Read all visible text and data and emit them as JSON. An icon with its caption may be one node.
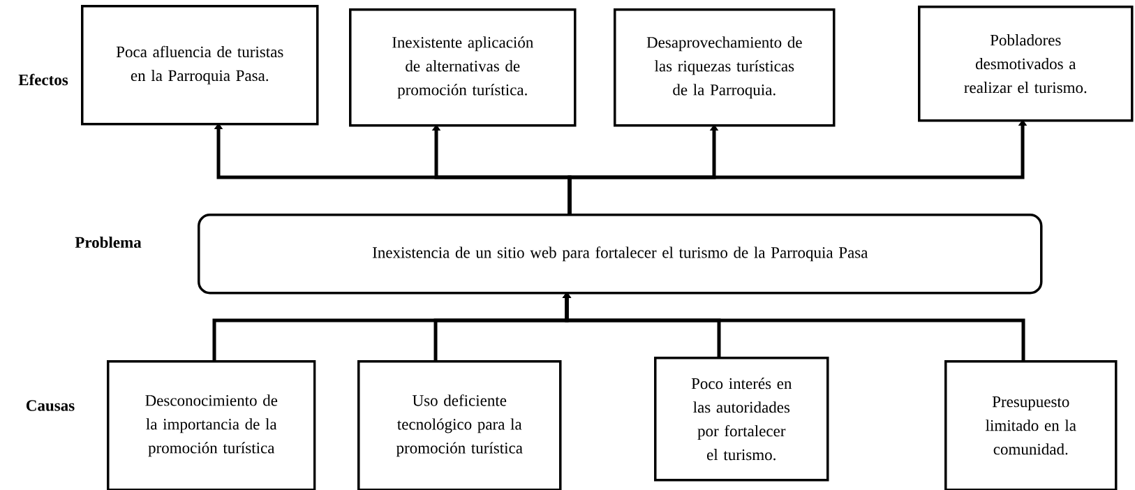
{
  "diagram": {
    "nodes": [
      {
        "text": [
          "Poca afluencia de turistas en la Parroquia Pasa."
        ]
      },
      {
        "text": [
          "Inexistente aplicación de alternativas de promoción turística."
        ]
      },
      {
        "text": [
          "Desaprovechamiento de las riquezas turísticas de la Parroquia."
        ]
      },
      {
        "text": [
          "Pobladores desmotivados a realizar el turismo."
        ]
      },
      {
        "text": [
          "Inexistencia de un sitio web para fortalecer el turismo de la Parroquia Pasa"
        ]
      },
      {
        "text": [
          "Desconocimiento de la importancia de la promoción turística"
        ]
      },
      {
        "text": [
          "Uso deficiente tecnológico para la promoción turística"
        ]
      },
      {
        "text": [
          "Poco interés en las autoridades por fortalecer el turismo."
        ]
      },
      {
        "text": [
          "Presupuesto limitado en la comunidad."
        ]
      }
    ],
    "edges": [
      {
        "from": 4,
        "to": 0,
        "arrow": "to"
      },
      {
        "from": 4,
        "to": 1,
        "arrow": "to"
      },
      {
        "from": 4,
        "to": 2,
        "arrow": "to"
      },
      {
        "from": 4,
        "to": 3,
        "arrow": "to"
      },
      {
        "from": 5,
        "to": 4,
        "arrow": "to"
      },
      {
        "from": 6,
        "to": 4,
        "arrow": "to"
      },
      {
        "from": 7,
        "to": 4,
        "arrow": "to"
      },
      {
        "from": 8,
        "to": 4,
        "arrow": "to"
      }
    ],
    "labels": [
      "Efectos",
      "Problema",
      "Causas"
    ]
  }
}
